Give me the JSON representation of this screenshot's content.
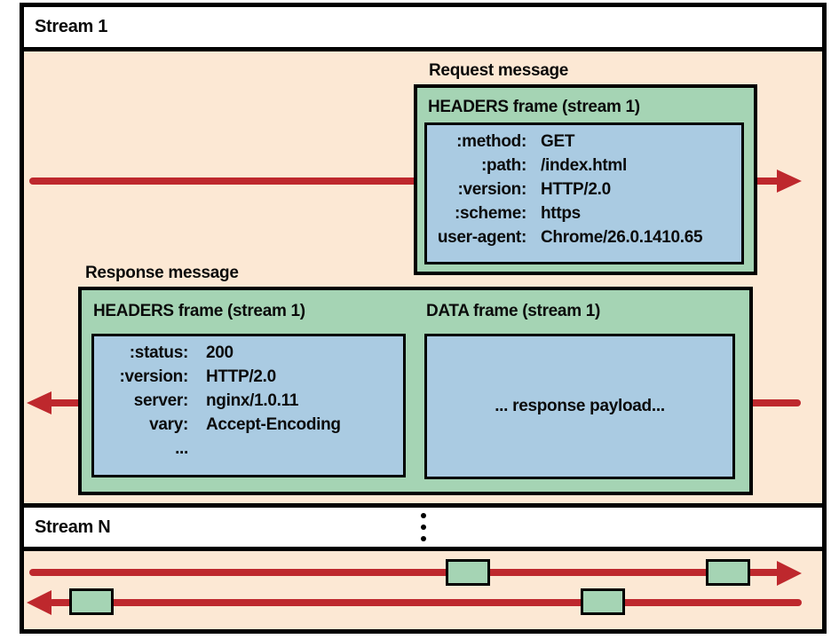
{
  "figure": {
    "stream1": {
      "label": "Stream 1",
      "request": {
        "message_label": "Request message",
        "frame_title": "HEADERS frame (stream 1)",
        "headers": [
          {
            "key": ":method:",
            "value": "GET"
          },
          {
            "key": ":path:",
            "value": "/index.html"
          },
          {
            "key": ":version:",
            "value": "HTTP/2.0"
          },
          {
            "key": ":scheme:",
            "value": "https"
          },
          {
            "key": "user-agent:",
            "value": "Chrome/26.0.1410.65"
          }
        ]
      },
      "response": {
        "message_label": "Response message",
        "headers_frame_title": "HEADERS frame (stream 1)",
        "headers": [
          {
            "key": ":status:",
            "value": "200"
          },
          {
            "key": ":version:",
            "value": "HTTP/2.0"
          },
          {
            "key": "server:",
            "value": "nginx/1.0.11"
          },
          {
            "key": "vary:",
            "value": "Accept-Encoding"
          },
          {
            "key": "...",
            "value": ""
          }
        ],
        "data_frame_title": "DATA frame (stream 1)",
        "data_frame_content": "... response payload..."
      }
    },
    "streamN": {
      "label": "Stream N"
    },
    "colors": {
      "panel_background": "#fce8d4",
      "frame_green": "#a5d4b4",
      "box_blue": "#aacbe2",
      "arrow_red": "#be282d",
      "border_black": "#000000"
    }
  }
}
